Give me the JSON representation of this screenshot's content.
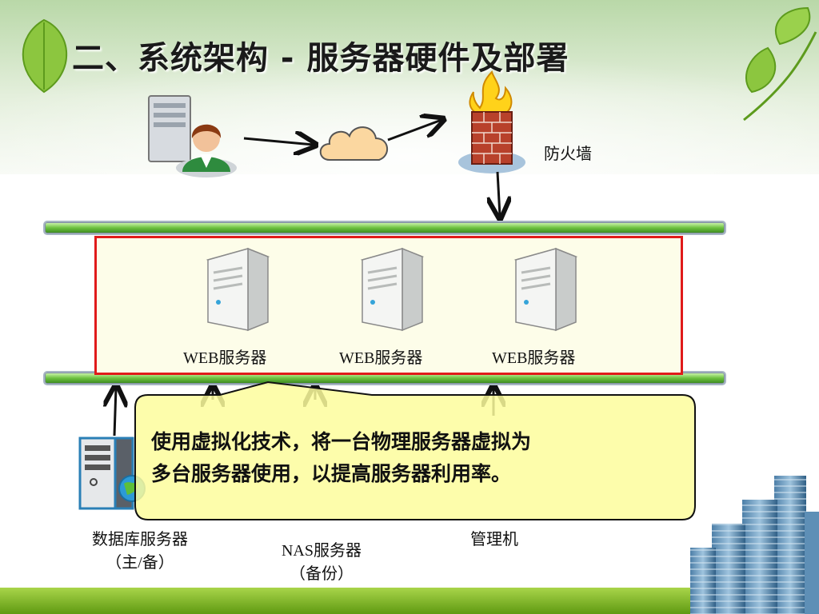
{
  "title": "二、系统架构 - 服务器硬件及部署",
  "labels": {
    "firewall": "防火墙",
    "web1": "WEB服务器",
    "web2": "WEB服务器",
    "web3": "WEB服务器",
    "db_line1": "数据库服务器",
    "db_line2": "（主/备）",
    "nas_line1": "NAS服务器",
    "nas_line2": "（备份）",
    "mgmt": "管理机"
  },
  "callout": {
    "line1": "使用虚拟化技术，将一台物理服务器虚拟为",
    "line2": "多台服务器使用，以提高服务器利用率。"
  },
  "colors": {
    "frame_red": "#e01a1a",
    "bus_green": "#6cc140",
    "callout_fill": "#fdfd9c",
    "bottom_band": "#7cb518"
  },
  "icons": [
    "leaf-icon",
    "user-workstation-icon",
    "cloud-icon",
    "firewall-icon",
    "server-tower-icon",
    "database-server-icon",
    "city-buildings-icon"
  ]
}
